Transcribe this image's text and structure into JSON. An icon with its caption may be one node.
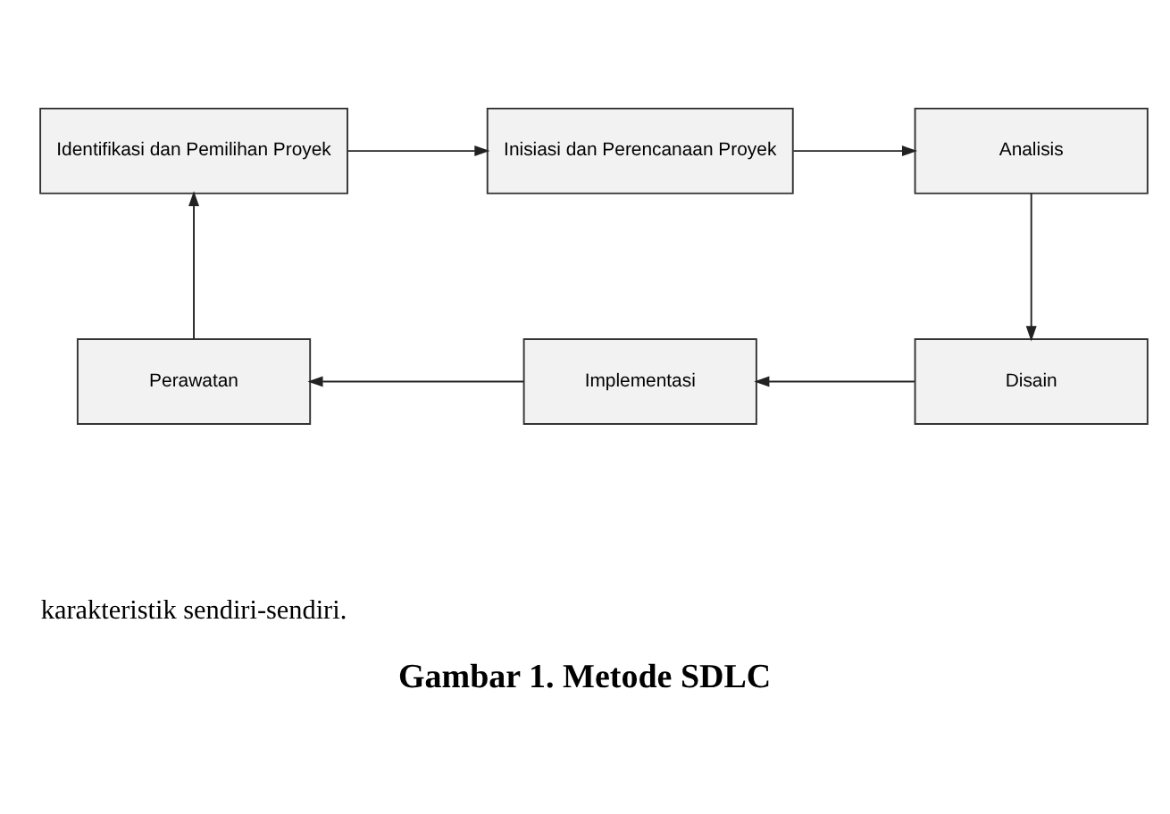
{
  "diagram": {
    "caption": "Gambar 1. Metode SDLC",
    "nodes": [
      {
        "text": [
          "Identifikasi dan Pemilihan Proyek"
        ]
      },
      {
        "text": [
          "Inisiasi dan Perencanaan Proyek"
        ]
      },
      {
        "text": [
          "Analisis"
        ]
      },
      {
        "text": [
          "Disain"
        ]
      },
      {
        "text": [
          "Implementasi"
        ]
      },
      {
        "text": [
          "Perawatan"
        ]
      }
    ],
    "edges": [
      {
        "from": 0,
        "to": 1,
        "arrow": "to"
      },
      {
        "from": 1,
        "to": 2,
        "arrow": "to"
      },
      {
        "from": 2,
        "to": 3,
        "arrow": "to"
      },
      {
        "from": 3,
        "to": 4,
        "arrow": "to"
      },
      {
        "from": 4,
        "to": 5,
        "arrow": "to"
      },
      {
        "from": 5,
        "to": 0,
        "arrow": "to"
      }
    ],
    "labels": [
      "karakteristik sendiri-sendiri."
    ]
  }
}
